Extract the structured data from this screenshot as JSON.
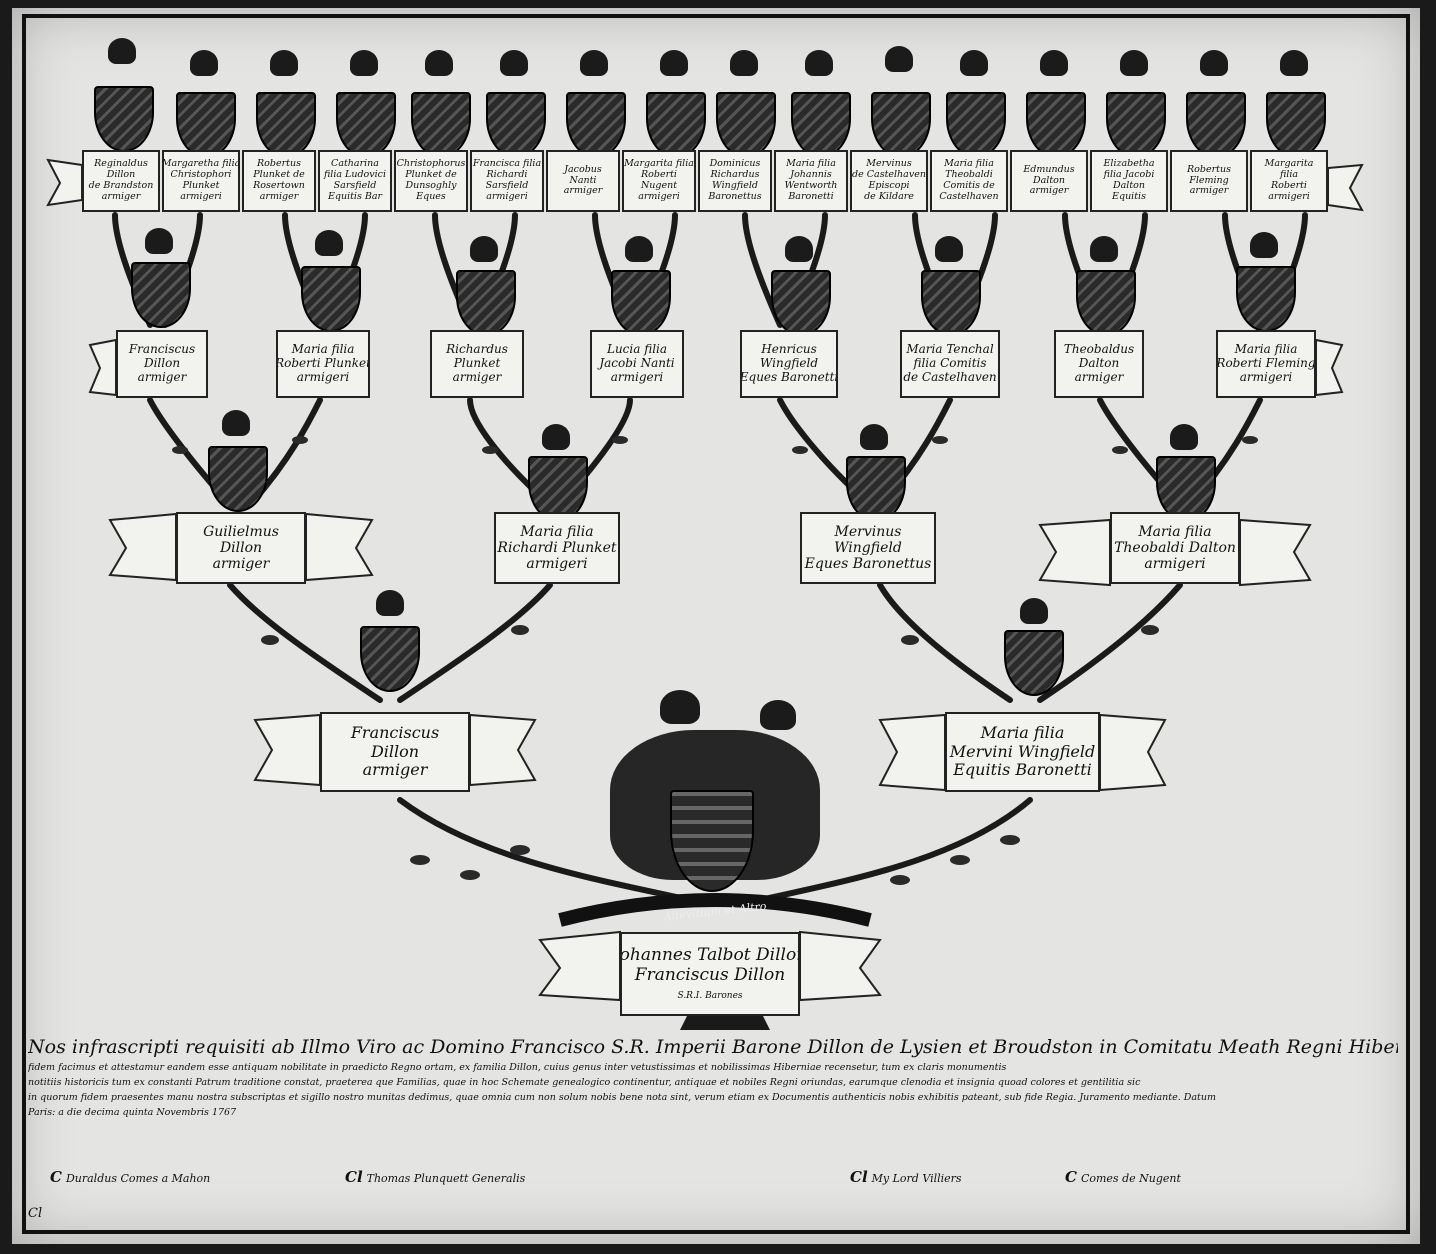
{
  "row1": [
    {
      "lines": [
        "Reginaldus",
        "Dillon",
        "de Brandston",
        "armiger"
      ]
    },
    {
      "lines": [
        "Margaretha filia",
        "Christophori",
        "Plunket",
        "armigeri"
      ]
    },
    {
      "lines": [
        "Robertus",
        "Plunket de",
        "Rosertown",
        "armiger"
      ]
    },
    {
      "lines": [
        "Catharina",
        "filia Ludovici",
        "Sarsfield",
        "Equitis Bar"
      ]
    },
    {
      "lines": [
        "Christophorus",
        "Plunket de",
        "Dunsoghly",
        "Eques"
      ]
    },
    {
      "lines": [
        "Francisca filia",
        "Richardi",
        "Sarsfield",
        "armigeri"
      ]
    },
    {
      "lines": [
        "Jacobus",
        "Nanti",
        "armiger"
      ]
    },
    {
      "lines": [
        "Margarita filia",
        "Roberti",
        "Nugent",
        "armigeri"
      ]
    },
    {
      "lines": [
        "Dominicus",
        "Richardus",
        "Wingfield",
        "Baronettus"
      ]
    },
    {
      "lines": [
        "Maria filia",
        "Johannis",
        "Wentworth",
        "Baronetti"
      ]
    },
    {
      "lines": [
        "Mervinus",
        "de Castelhaven",
        "Episcopi",
        "de Kildare"
      ]
    },
    {
      "lines": [
        "Maria filia",
        "Theobaldi",
        "Comitis de",
        "Castelhaven"
      ]
    },
    {
      "lines": [
        "Edmundus",
        "Dalton",
        "armiger"
      ]
    },
    {
      "lines": [
        "Elizabetha",
        "filia Jacobi",
        "Dalton",
        "Equitis"
      ]
    },
    {
      "lines": [
        "Robertus",
        "Fleming",
        "armiger"
      ]
    },
    {
      "lines": [
        "Margarita",
        "filia",
        "Roberti",
        "armigeri"
      ]
    }
  ],
  "row2": [
    {
      "lines": [
        "Franciscus",
        "Dillon",
        "armiger"
      ]
    },
    {
      "lines": [
        "Maria filia",
        "Roberti Plunket",
        "armigeri"
      ]
    },
    {
      "lines": [
        "Richardus",
        "Plunket",
        "armiger"
      ]
    },
    {
      "lines": [
        "Lucia filia",
        "Jacobi Nanti",
        "armigeri"
      ]
    },
    {
      "lines": [
        "Henricus",
        "Wingfield",
        "Eques Baronetti"
      ]
    },
    {
      "lines": [
        "Maria Tenchal",
        "filia Comitis",
        "de Castelhaven"
      ]
    },
    {
      "lines": [
        "Theobaldus",
        "Dalton",
        "armiger"
      ]
    },
    {
      "lines": [
        "Maria filia",
        "Roberti Fleming",
        "armigeri"
      ]
    }
  ],
  "row3": [
    {
      "lines": [
        "Guilielmus",
        "Dillon",
        "armiger"
      ]
    },
    {
      "lines": [
        "Maria filia",
        "Richardi Plunket",
        "armigeri"
      ]
    },
    {
      "lines": [
        "Mervinus",
        "Wingfield",
        "Eques Baronettus"
      ]
    },
    {
      "lines": [
        "Maria filia",
        "Theobaldi Dalton",
        "armigeri"
      ]
    }
  ],
  "row4": [
    {
      "lines": [
        "Franciscus",
        "Dillon",
        "armiger"
      ]
    },
    {
      "lines": [
        "Maria filia",
        "Mervini Wingfield",
        "Equitis Baronetti"
      ]
    }
  ],
  "root": {
    "motto": "Altevitium et Altro",
    "lines": [
      "Johannes Talbot Dillon",
      "Franciscus Dillon"
    ],
    "note": "S.R.I. Barones"
  },
  "certificate": {
    "line1": "Nos infrascripti requisiti ab Illmo Viro ac Domino Francisco S.R. Imperii Barone Dillon de Lysien et Broudston in Comitatu Meath Regni Hiberniae armigero",
    "line2": "fidem facimus et attestamur eandem esse antiquam nobilitate in praedicto Regno ortam, ex familia Dillon, cuius genus inter vetustissimas et nobilissimas Hiberniae recensetur, tum ex claris monumentis",
    "line3": "notitiis historicis tum ex constanti Patrum traditione constat, praeterea que Familias, quae in hoc Schemate genealogico continentur, antiquae et nobiles Regni oriundas, earumque clenodia et insignia quoad colores et gentilitia sic",
    "line4": "in quorum fidem praesentes manu nostra subscriptas et sigillo nostro munitas dedimus, quae omnia cum non solum nobis bene nota sint, verum etiam ex Documentis authenticis nobis exhibitis pateant, sub fide Regia. Juramento mediante.  Datum",
    "line5": "Paris: a die decima quinta Novembris 1767"
  },
  "signatures": [
    {
      "mark": "C",
      "name": "Duraldus Comes a Mahon"
    },
    {
      "mark": "Cl",
      "name": "Thomas Plunquett Generalis"
    },
    {
      "mark": "Cl",
      "name": "My Lord Villiers"
    },
    {
      "mark": "C",
      "name": "Comes de Nugent"
    }
  ],
  "corner_note": "Cl"
}
